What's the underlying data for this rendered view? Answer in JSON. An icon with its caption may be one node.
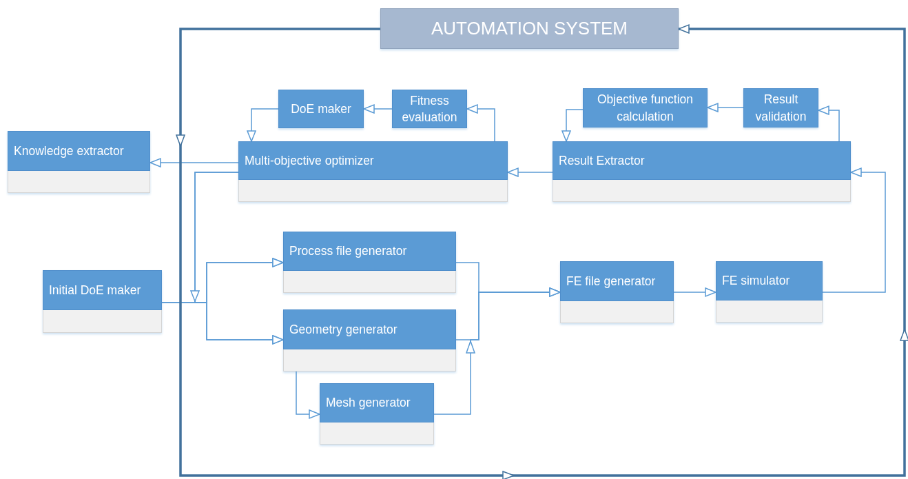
{
  "diagram": {
    "nodes": [
      {
        "text": [
          "AUTOMATION SYSTEM"
        ]
      },
      {
        "text": [
          "Knowledge extractor"
        ]
      },
      {
        "text": [
          "DoE maker"
        ]
      },
      {
        "text": [
          "Fitness evaluation"
        ]
      },
      {
        "text": [
          "Multi-objective optimizer"
        ]
      },
      {
        "text": [
          "Objective function calculation"
        ]
      },
      {
        "text": [
          "Result validation"
        ]
      },
      {
        "text": [
          "Result Extractor"
        ]
      },
      {
        "text": [
          "Initial DoE maker"
        ]
      },
      {
        "text": [
          "Process file generator"
        ]
      },
      {
        "text": [
          "Geometry generator"
        ]
      },
      {
        "text": [
          "Mesh generator"
        ]
      },
      {
        "text": [
          "FE file generator"
        ]
      },
      {
        "text": [
          "FE simulator"
        ]
      }
    ],
    "edges": [
      {
        "from": 4,
        "to": 1,
        "arrow": "to"
      },
      {
        "from": 3,
        "to": 2,
        "arrow": "to"
      },
      {
        "from": 2,
        "to": 4,
        "arrow": "to"
      },
      {
        "from": 4,
        "to": 3,
        "arrow": "to"
      },
      {
        "from": 6,
        "to": 5,
        "arrow": "to"
      },
      {
        "from": 5,
        "to": 7,
        "arrow": "to"
      },
      {
        "from": 7,
        "to": 6,
        "arrow": "to"
      },
      {
        "from": 7,
        "to": 4,
        "arrow": "to"
      },
      {
        "from": 8,
        "to": 9,
        "arrow": "to"
      },
      {
        "from": 8,
        "to": 10,
        "arrow": "to"
      },
      {
        "from": 4,
        "to": 9,
        "arrow": "to"
      },
      {
        "from": 4,
        "to": 10,
        "arrow": "to"
      },
      {
        "from": 10,
        "to": 11,
        "arrow": "to"
      },
      {
        "from": 11,
        "to": 12,
        "arrow": "to"
      },
      {
        "from": 9,
        "to": 12,
        "arrow": "to"
      },
      {
        "from": 10,
        "to": 12,
        "arrow": "to"
      },
      {
        "from": 12,
        "to": 13,
        "arrow": "to"
      },
      {
        "from": 13,
        "to": 7,
        "arrow": "to"
      },
      {
        "from": 0,
        "to": 0,
        "arrow": "to",
        "style": "thick",
        "color": "#41719c"
      }
    ]
  }
}
